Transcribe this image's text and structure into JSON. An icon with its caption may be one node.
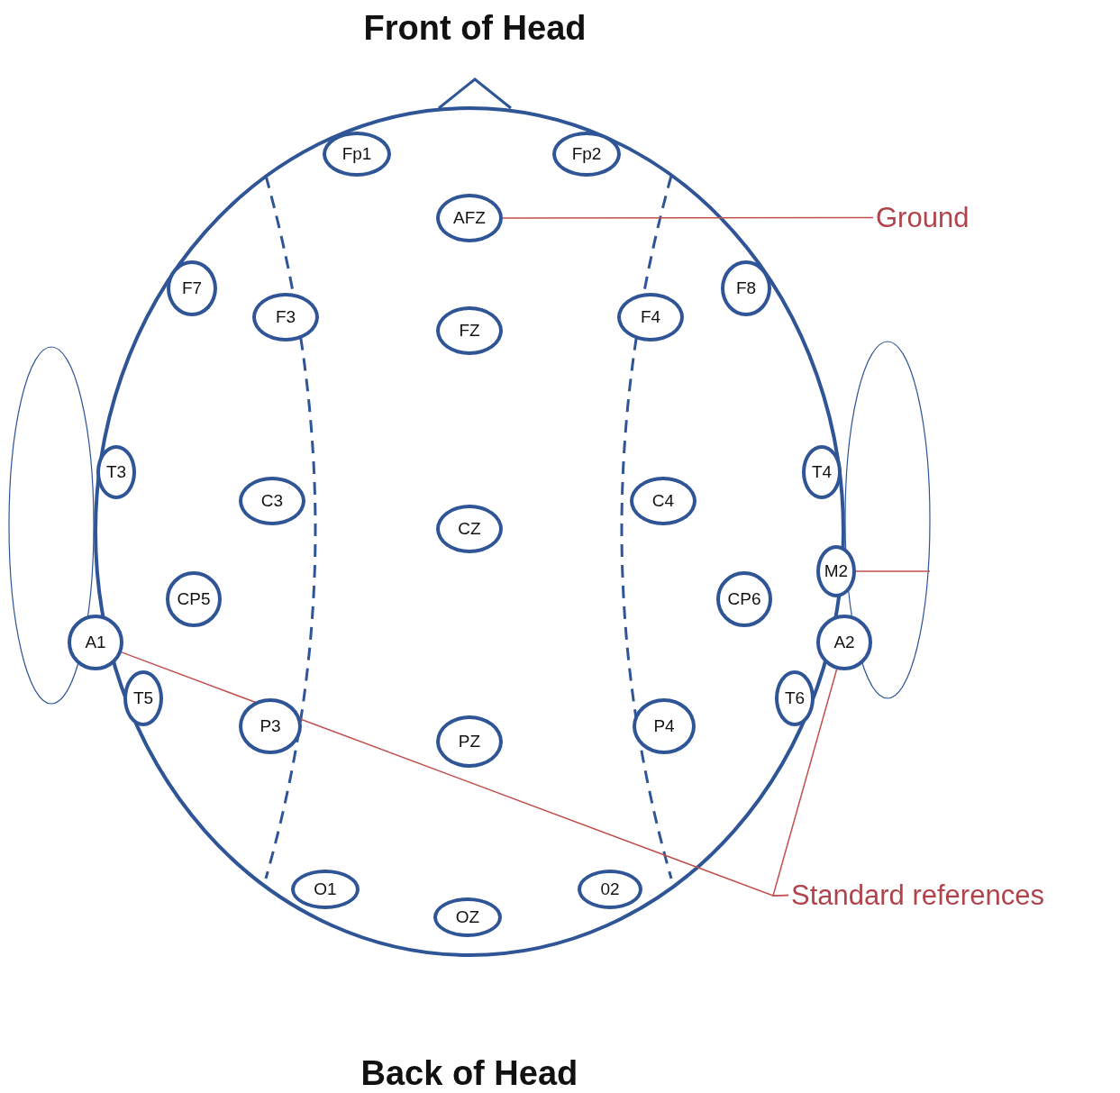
{
  "diagram": {
    "nodes": [
      {
        "text": [
          "Fp1"
        ]
      },
      {
        "text": [
          "Fp2"
        ]
      },
      {
        "text": [
          "AFZ"
        ]
      },
      {
        "text": [
          "Ground"
        ]
      },
      {
        "text": [
          "F7"
        ]
      },
      {
        "text": [
          "F3"
        ]
      },
      {
        "text": [
          "FZ"
        ]
      },
      {
        "text": [
          "F4"
        ]
      },
      {
        "text": [
          "F8"
        ]
      },
      {
        "text": [
          "T3"
        ]
      },
      {
        "text": [
          "C3"
        ]
      },
      {
        "text": [
          "CZ"
        ]
      },
      {
        "text": [
          "C4"
        ]
      },
      {
        "text": [
          "T4"
        ]
      },
      {
        "text": [
          "M2"
        ]
      },
      {
        "text": [
          "CP5"
        ]
      },
      {
        "text": [
          "CP6"
        ]
      },
      {
        "text": [
          "A1"
        ]
      },
      {
        "text": [
          "A2"
        ]
      },
      {
        "text": [
          "T5"
        ]
      },
      {
        "text": [
          "T6"
        ]
      },
      {
        "text": [
          "P3"
        ]
      },
      {
        "text": [
          "P4"
        ]
      },
      {
        "text": [
          "PZ"
        ]
      },
      {
        "text": [
          "O1"
        ]
      },
      {
        "text": [
          "02"
        ]
      },
      {
        "text": [
          "OZ"
        ]
      },
      {
        "text": [
          "Standard references"
        ]
      }
    ],
    "edges": [
      {
        "from": 3,
        "to": 2,
        "arrow": "none"
      },
      {
        "from": 14,
        "to": null,
        "arrow": "none"
      },
      {
        "from": 27,
        "to": 17,
        "arrow": "none"
      },
      {
        "from": 27,
        "to": 18,
        "arrow": "none"
      }
    ],
    "labels": [
      "Front of Head",
      "Back of Head"
    ]
  }
}
